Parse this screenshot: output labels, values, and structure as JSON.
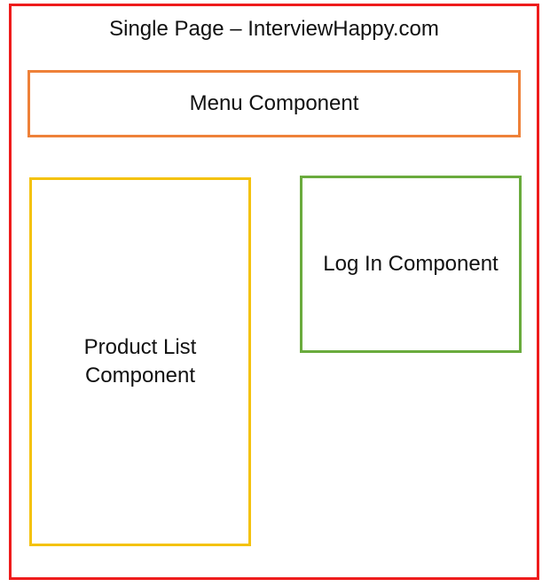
{
  "diagram": {
    "title": "Single Page – InterviewHappy.com",
    "components": {
      "menu": "Menu Component",
      "product_list_line1": "Product List",
      "product_list_line2": "Component",
      "login": "Log In Component"
    },
    "colors": {
      "page_border": "#ee1c1c",
      "menu_border": "#ee8139",
      "product_list_border": "#f4c20d",
      "login_border": "#6aab3d"
    }
  }
}
